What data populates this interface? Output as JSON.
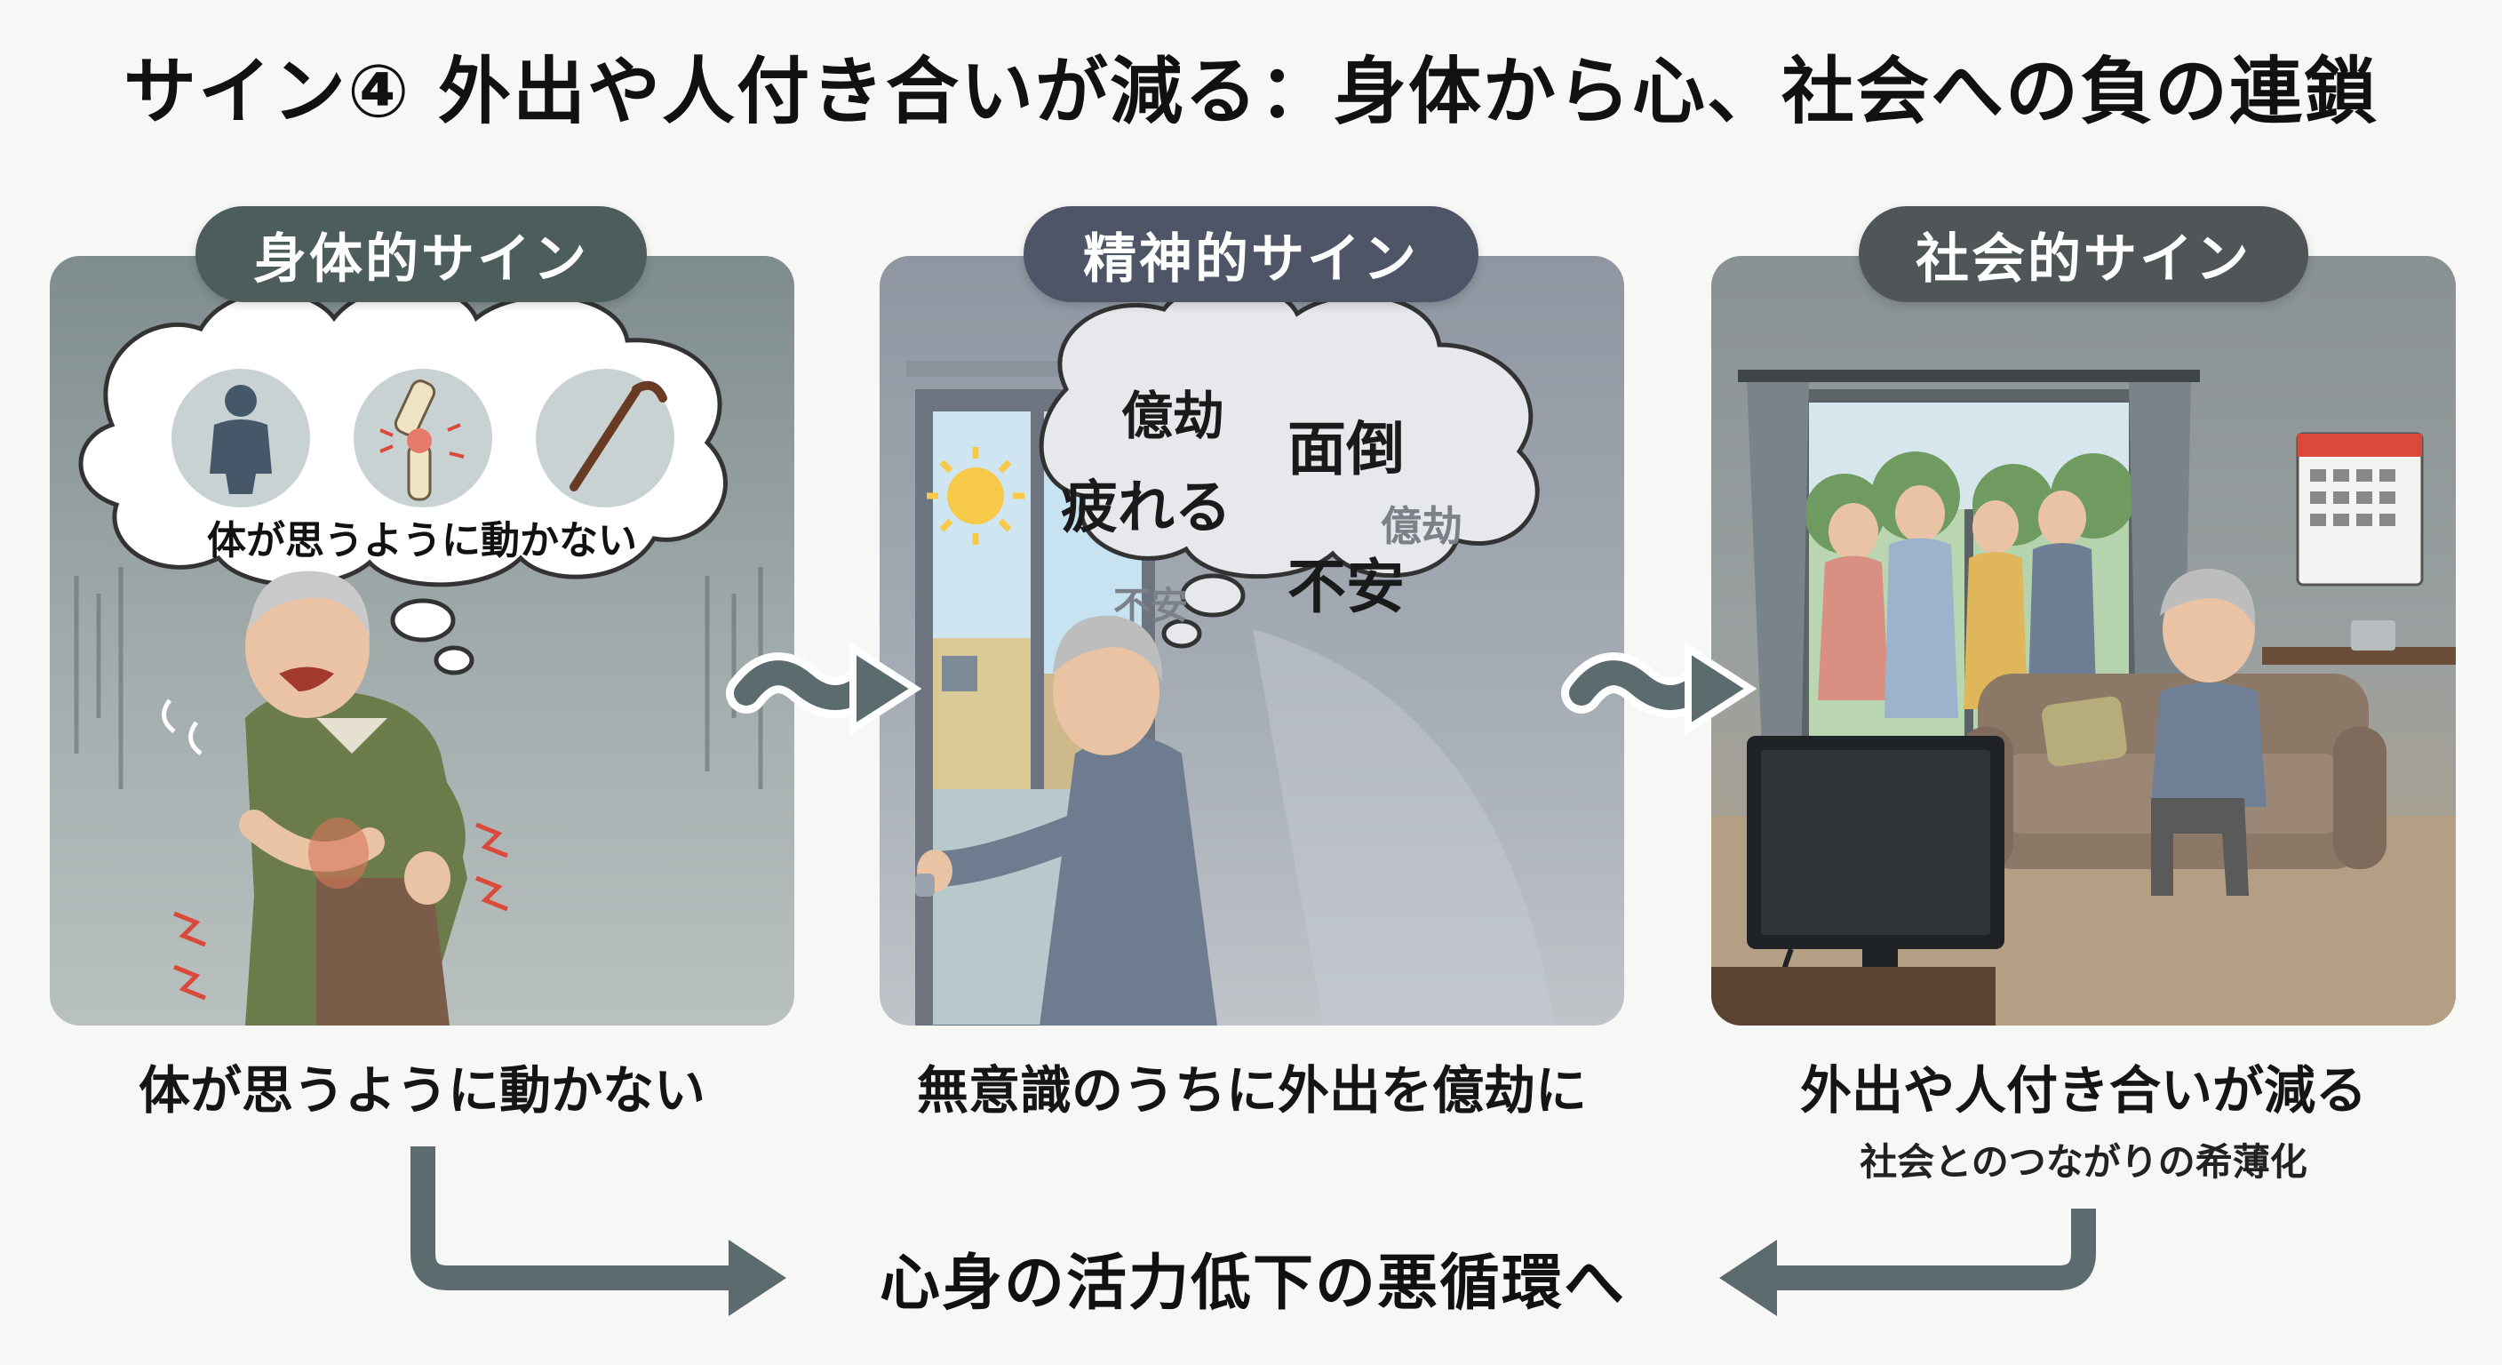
{
  "title": "サイン④ 外出や人付き合いが減る：身体から心、社会への負の連鎖",
  "panels": [
    {
      "label": "身体的サイン",
      "bubble_text": "体が思うように動かない",
      "icons": [
        "body-silhouette-icon",
        "knee-joint-pain-icon",
        "walking-cane-icon"
      ],
      "caption": "体が思うように動かない"
    },
    {
      "label": "精神的サイン",
      "bubble_words": [
        "億劫",
        "面倒",
        "疲れる",
        "億劫",
        "不安",
        "不安"
      ],
      "caption": "無意識のうちに外出を億劫に"
    },
    {
      "label": "社会的サイン",
      "caption": "外出や人付き合いが減る",
      "subcaption": "社会とのつながりの希薄化"
    }
  ],
  "bottom_text": "心身の活力低下の悪循環へ",
  "colors": {
    "arrow": "#5b6b6e",
    "pill": "#4f5f60",
    "accent_red": "#d94a3a"
  }
}
